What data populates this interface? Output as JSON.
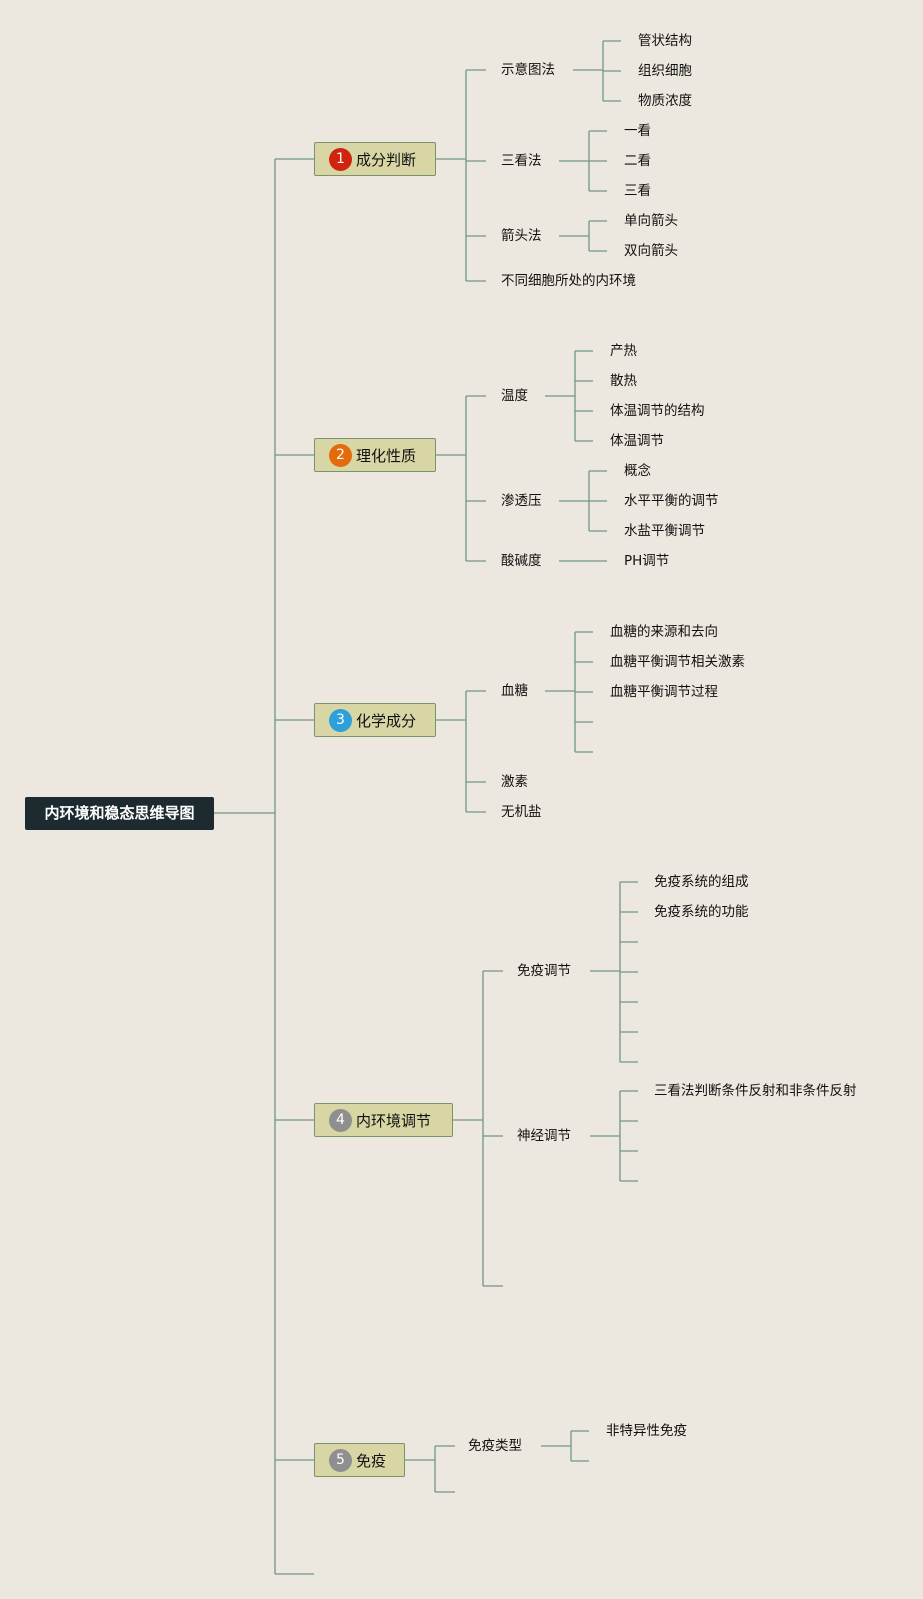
{
  "root": "内环境和稳态思维导图",
  "topics": [
    {
      "number": "1",
      "badge_color": "#d0240f",
      "label": "成分判断",
      "children": [
        {
          "label": "示意图法",
          "children": [
            "管状结构",
            "组织细胞",
            "物质浓度"
          ]
        },
        {
          "label": "三看法",
          "children": [
            "一看",
            "二看",
            "三看"
          ]
        },
        {
          "label": "箭头法",
          "children": [
            "单向箭头",
            "双向箭头"
          ]
        },
        {
          "label": "不同细胞所处的内环境",
          "children": []
        }
      ]
    },
    {
      "number": "2",
      "badge_color": "#e36b0c",
      "label": "理化性质",
      "children": [
        {
          "label": "温度",
          "children": [
            "产热",
            "散热",
            "体温调节的结构",
            "体温调节"
          ]
        },
        {
          "label": "渗透压",
          "children": [
            "概念",
            "水平平衡的调节",
            "水盐平衡调节"
          ]
        },
        {
          "label": "酸碱度",
          "children": [
            "PH调节"
          ]
        }
      ]
    },
    {
      "number": "3",
      "badge_color": "#2f9fd9",
      "label": "化学成分",
      "children": [
        {
          "label": "血糖",
          "children": [
            "血糖的来源和去向",
            "血糖平衡调节相关激素",
            "血糖平衡调节过程",
            "",
            ""
          ]
        },
        {
          "label": "激素",
          "children": []
        },
        {
          "label": "无机盐",
          "children": []
        }
      ]
    },
    {
      "number": "4",
      "badge_color": "#8f8f8f",
      "label": "内环境调节",
      "children": [
        {
          "label": "免疫调节",
          "children": [
            "免疫系统的组成",
            "免疫系统的功能",
            "",
            "",
            "",
            "",
            ""
          ]
        },
        {
          "label": "神经调节",
          "children": [
            "三看法判断条件反射和非条件反射",
            "",
            "",
            ""
          ]
        },
        {
          "label": "",
          "children": []
        }
      ]
    },
    {
      "number": "5",
      "badge_color": "#8f8f8f",
      "label": "免疫",
      "children": [
        {
          "label": "免疫类型",
          "children": [
            "非特异性免疫",
            ""
          ]
        },
        {
          "label": "",
          "children": []
        }
      ]
    }
  ],
  "colors": {
    "line": "#6f9688",
    "node_fill": "#d8d6a5",
    "root_fill": "#1d2b31"
  }
}
